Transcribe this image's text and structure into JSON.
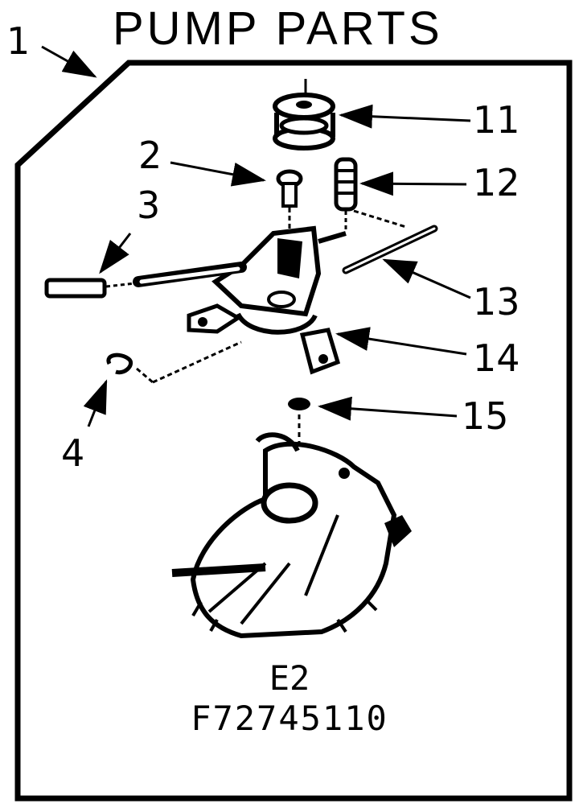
{
  "title": "PUMP PARTS",
  "callouts": {
    "c1": "1",
    "c2": "2",
    "c3": "3",
    "c4": "4",
    "c11": "11",
    "c12": "12",
    "c13": "13",
    "c14": "14",
    "c15": "15"
  },
  "section_code": "E2",
  "diagram_number": "F72745110"
}
